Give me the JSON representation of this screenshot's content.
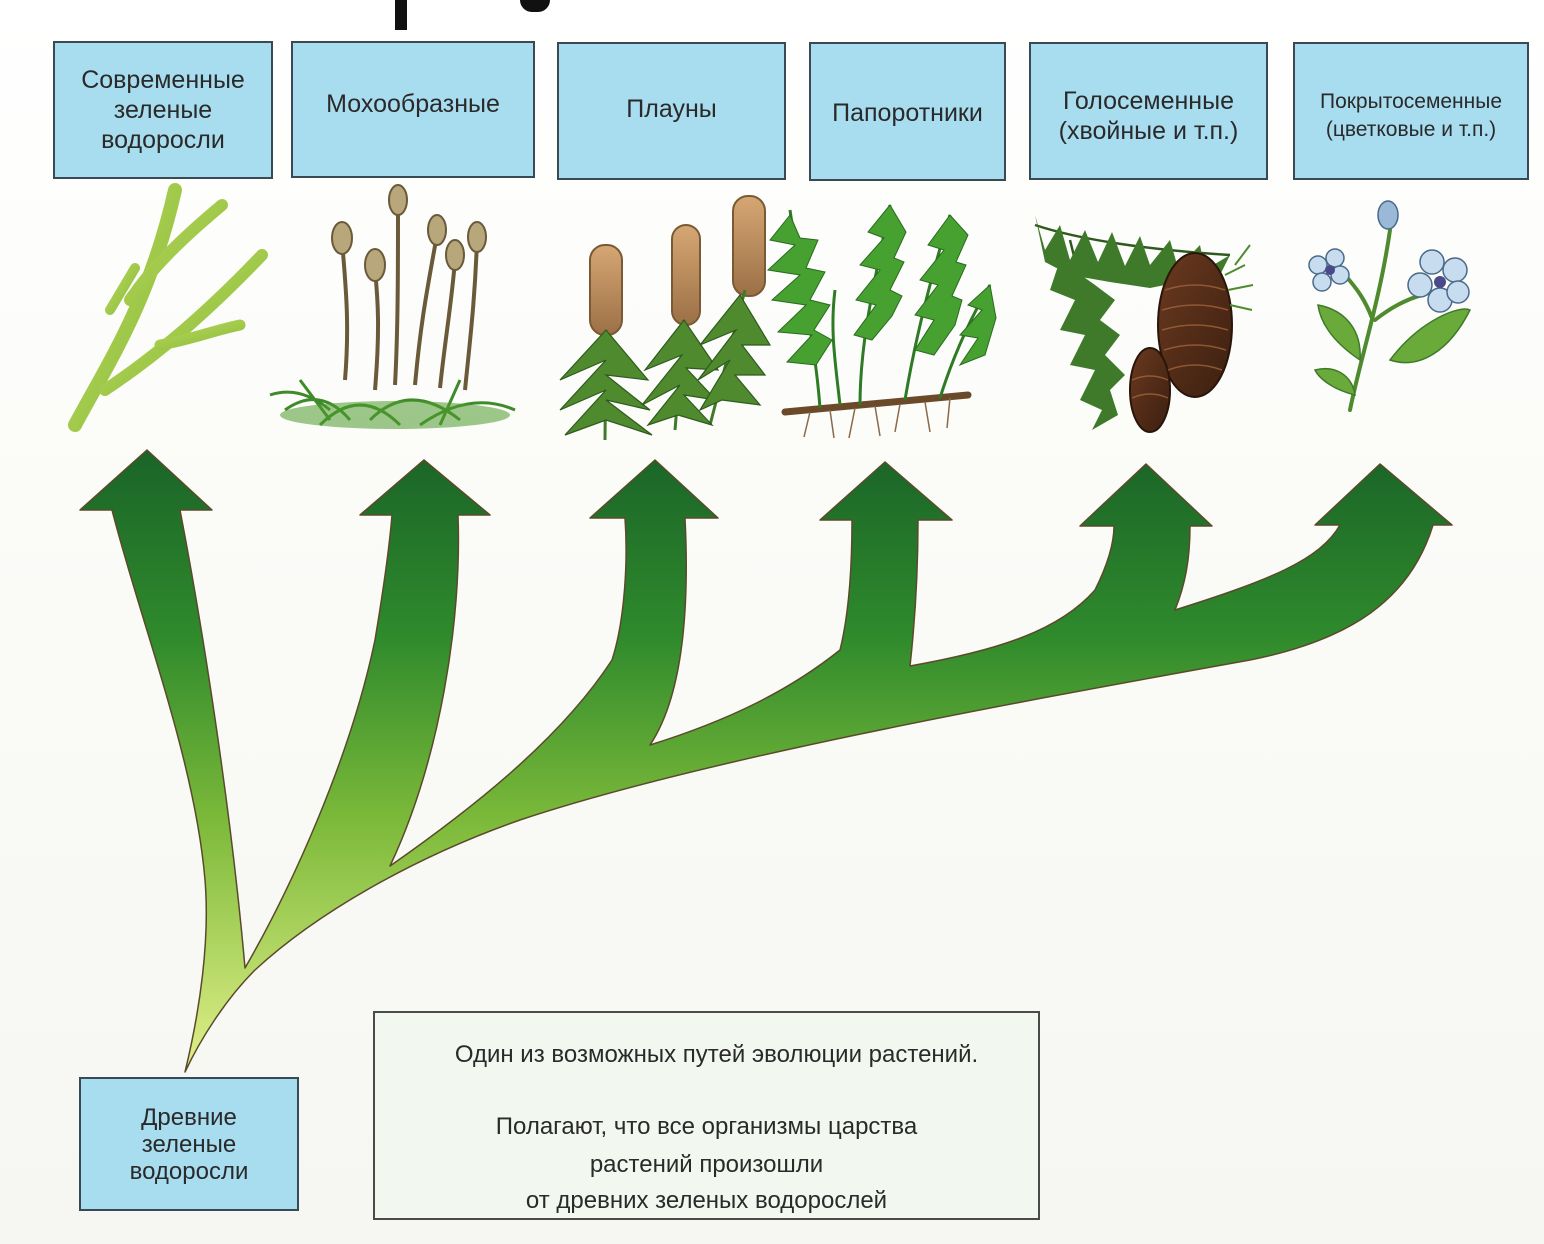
{
  "groups": [
    {
      "lines": [
        "Современные",
        "зеленые",
        "водоросли"
      ]
    },
    {
      "lines": [
        "Мохообразные"
      ]
    },
    {
      "lines": [
        "Плауны"
      ]
    },
    {
      "lines": [
        "Папоротники"
      ]
    },
    {
      "lines": [
        "Голосеменные",
        "(хвойные и т.п.)"
      ]
    },
    {
      "lines": [
        "Покрытосеменные",
        "(цветковые и т.п.)"
      ]
    }
  ],
  "root": {
    "lines": [
      "Древние",
      "зеленые",
      "водоросли"
    ]
  },
  "note": {
    "line1": "Один из возможных путей эволюции растений.",
    "line2": "Полагают, что все  организмы царства",
    "line3": "растений произошли",
    "line4": "от древних зеленых водорослей"
  },
  "colors": {
    "box_fill": "#a8dcef",
    "arrow_dark": "#1f6a2a",
    "arrow_mid": "#4f9f2a",
    "arrow_light": "#d8ec78",
    "note_fill": "#f2f8ef"
  },
  "icons": [
    "algae-icon",
    "moss-icon",
    "clubmoss-icon",
    "fern-icon",
    "conifer-icon",
    "flowering-plant-icon"
  ]
}
